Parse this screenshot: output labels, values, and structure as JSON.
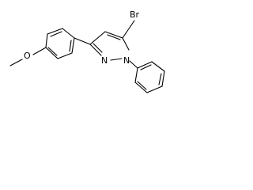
{
  "molecule": {
    "atoms": {
      "bromine": "Br",
      "oxygen": "O",
      "nitrogen_2": "N",
      "nitrogen_1": "N"
    }
  }
}
